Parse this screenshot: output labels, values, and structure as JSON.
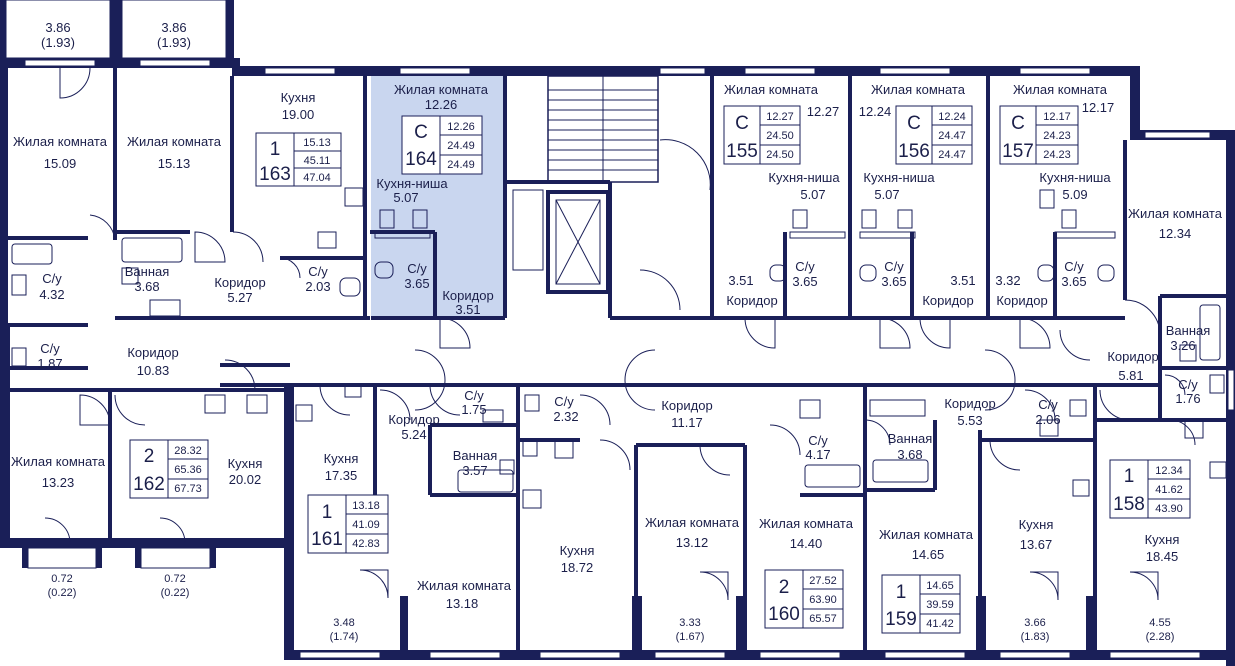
{
  "plan": {
    "balconies": [
      {
        "area": "3.86",
        "reduced": "(1.93)"
      },
      {
        "area": "3.86",
        "reduced": "(1.93)"
      },
      {
        "area": "0.72",
        "reduced": "(0.22)"
      },
      {
        "area": "0.72",
        "reduced": "(0.22)"
      },
      {
        "area": "3.48",
        "reduced": "(1.74)"
      },
      {
        "area": "3.33",
        "reduced": "(1.67)"
      },
      {
        "area": "3.66",
        "reduced": "(1.83)"
      },
      {
        "area": "4.55",
        "reduced": "(2.28)"
      }
    ],
    "rooms": [
      {
        "label": "Жилая комната",
        "area": "15.09"
      },
      {
        "label": "Жилая комната",
        "area": "15.13"
      },
      {
        "label": "Кухня",
        "area": "19.00"
      },
      {
        "label": "Жилая комната",
        "area": "12.26"
      },
      {
        "label": "Кухня-ниша",
        "area": "5.07"
      },
      {
        "label": "С/у",
        "area": "3.65"
      },
      {
        "label": "Коридор",
        "area": "3.51"
      },
      {
        "label": "С/у",
        "area": "4.32"
      },
      {
        "label": "Ванная",
        "area": "3.68"
      },
      {
        "label": "Коридор",
        "area": "5.27"
      },
      {
        "label": "С/у",
        "area": "2.03"
      },
      {
        "label": "С/у",
        "area": "1.87"
      },
      {
        "label": "Коридор",
        "area": "10.83"
      },
      {
        "label": "Жилая комната",
        "area": "13.23"
      },
      {
        "label": "Кухня",
        "area": "20.02"
      },
      {
        "label": "Кухня",
        "area": "17.35"
      },
      {
        "label": "Коридор",
        "area": "5.24"
      },
      {
        "label": "С/у",
        "area": "1.75"
      },
      {
        "label": "Ванная",
        "area": "3.57"
      },
      {
        "label": "Жилая комната",
        "area": "13.18"
      },
      {
        "label": "С/у",
        "area": "2.32"
      },
      {
        "label": "Коридор",
        "area": "11.17"
      },
      {
        "label": "Кухня",
        "area": "18.72"
      },
      {
        "label": "Жилая комната",
        "area": "13.12"
      },
      {
        "label": "С/у",
        "area": "4.17"
      },
      {
        "label": "Жилая комната",
        "area": "14.40"
      },
      {
        "label": "Ванная",
        "area": "3.68"
      },
      {
        "label": "Жилая комната",
        "area": "14.65"
      },
      {
        "label": "Коридор",
        "area": "5.53"
      },
      {
        "label": "С/у",
        "area": "2.06"
      },
      {
        "label": "Кухня",
        "area": "13.67"
      },
      {
        "label": "Жилая комната",
        "area": "12.27"
      },
      {
        "label": "Кухня-ниша",
        "area": "5.07"
      },
      {
        "label": "С/у",
        "area": "3.65"
      },
      {
        "label": "Коридор",
        "area": "3.51"
      },
      {
        "label": "Жилая комната",
        "area": "12.24"
      },
      {
        "label": "Кухня-ниша",
        "area": "5.07"
      },
      {
        "label": "С/у",
        "area": "3.65"
      },
      {
        "label": "Коридор",
        "area": "3.51"
      },
      {
        "label": "Жилая комната",
        "area": "12.17"
      },
      {
        "label": "Кухня-ниша",
        "area": "5.09"
      },
      {
        "label": "С/у",
        "area": "3.65"
      },
      {
        "label": "Коридор",
        "area": "3.32"
      },
      {
        "label": "Жилая комната",
        "area": "12.34"
      },
      {
        "label": "Ванная",
        "area": "3.26"
      },
      {
        "label": "Коридор",
        "area": "5.81"
      },
      {
        "label": "С/у",
        "area": "1.76"
      },
      {
        "label": "Кухня",
        "area": "18.45"
      }
    ],
    "apartments": [
      {
        "rooms": "1",
        "number": "163",
        "living": "15.13",
        "total": "45.11",
        "total_with_balcony": "47.04"
      },
      {
        "rooms": "C",
        "number": "164",
        "living": "12.26",
        "total": "24.49",
        "total_with_balcony": "24.49"
      },
      {
        "rooms": "C",
        "number": "155",
        "living": "12.27",
        "total": "24.50",
        "total_with_balcony": "24.50"
      },
      {
        "rooms": "C",
        "number": "156",
        "living": "12.24",
        "total": "24.47",
        "total_with_balcony": "24.47"
      },
      {
        "rooms": "C",
        "number": "157",
        "living": "12.17",
        "total": "24.23",
        "total_with_balcony": "24.23"
      },
      {
        "rooms": "2",
        "number": "162",
        "living": "28.32",
        "total": "65.36",
        "total_with_balcony": "67.73"
      },
      {
        "rooms": "1",
        "number": "161",
        "living": "13.18",
        "total": "41.09",
        "total_with_balcony": "42.83"
      },
      {
        "rooms": "2",
        "number": "160",
        "living": "27.52",
        "total": "63.90",
        "total_with_balcony": "65.57"
      },
      {
        "rooms": "1",
        "number": "159",
        "living": "14.65",
        "total": "39.59",
        "total_with_balcony": "41.42"
      },
      {
        "rooms": "1",
        "number": "158",
        "living": "12.34",
        "total": "41.62",
        "total_with_balcony": "43.90"
      }
    ],
    "colors": {
      "wall": "#1a1f58",
      "highlight": "#c9d6ef",
      "text": "#1b1f4a"
    }
  }
}
